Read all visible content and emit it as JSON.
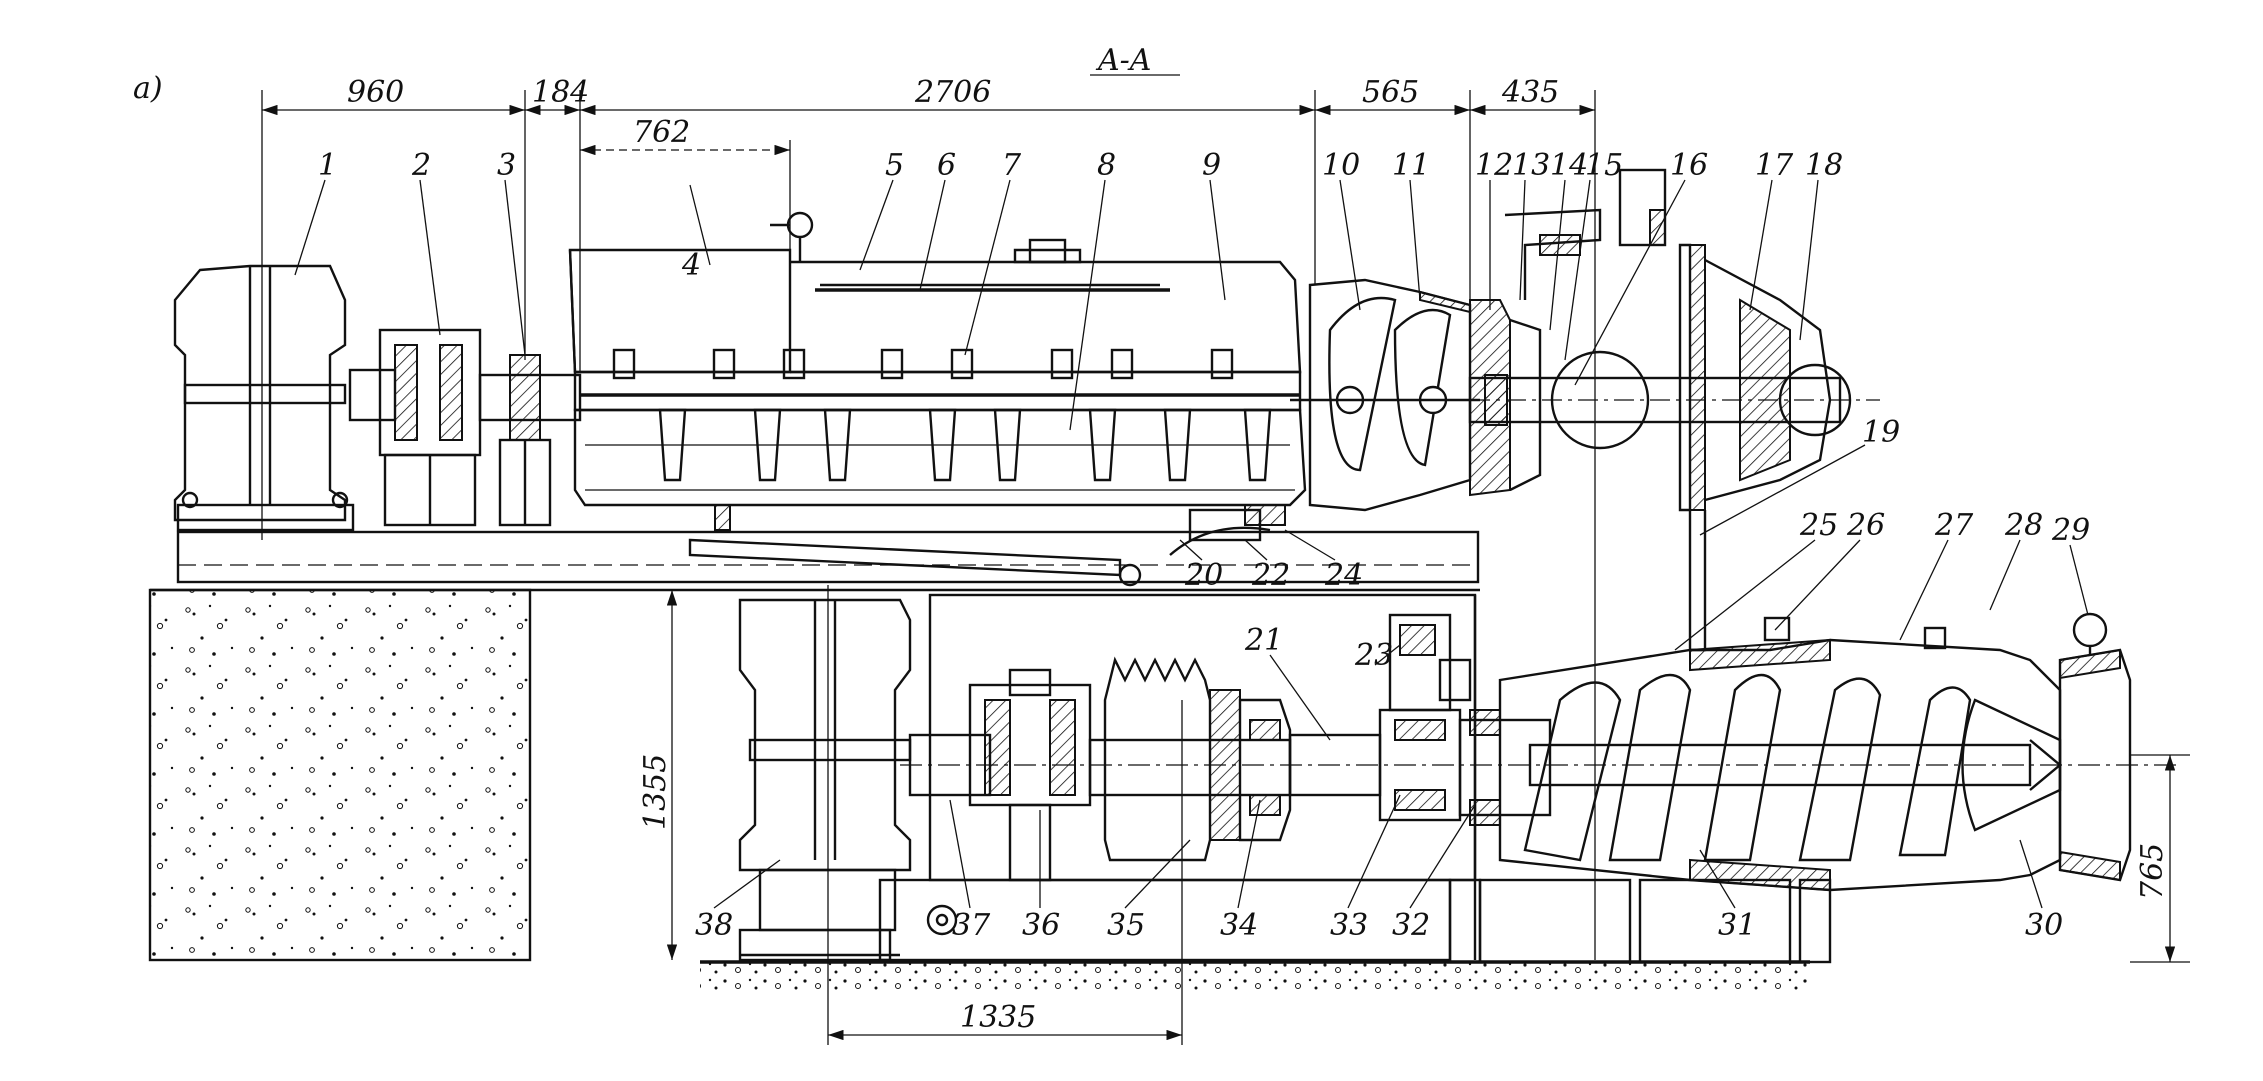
{
  "figure": {
    "panel_label": "a)",
    "section_label": "A-A"
  },
  "dimensions": {
    "d960": "960",
    "d184": "184",
    "d762": "762",
    "d2706": "2706",
    "d565": "565",
    "d435": "435",
    "d1355": "1355",
    "d765": "765",
    "d1335": "1335"
  },
  "callouts": [
    "1",
    "2",
    "3",
    "4",
    "5",
    "6",
    "7",
    "8",
    "9",
    "10",
    "11",
    "12",
    "13",
    "14",
    "15",
    "16",
    "17",
    "18",
    "19",
    "20",
    "21",
    "22",
    "23",
    "24",
    "25",
    "26",
    "27",
    "28",
    "29",
    "30",
    "31",
    "32",
    "33",
    "34",
    "35",
    "36",
    "37",
    "38"
  ]
}
